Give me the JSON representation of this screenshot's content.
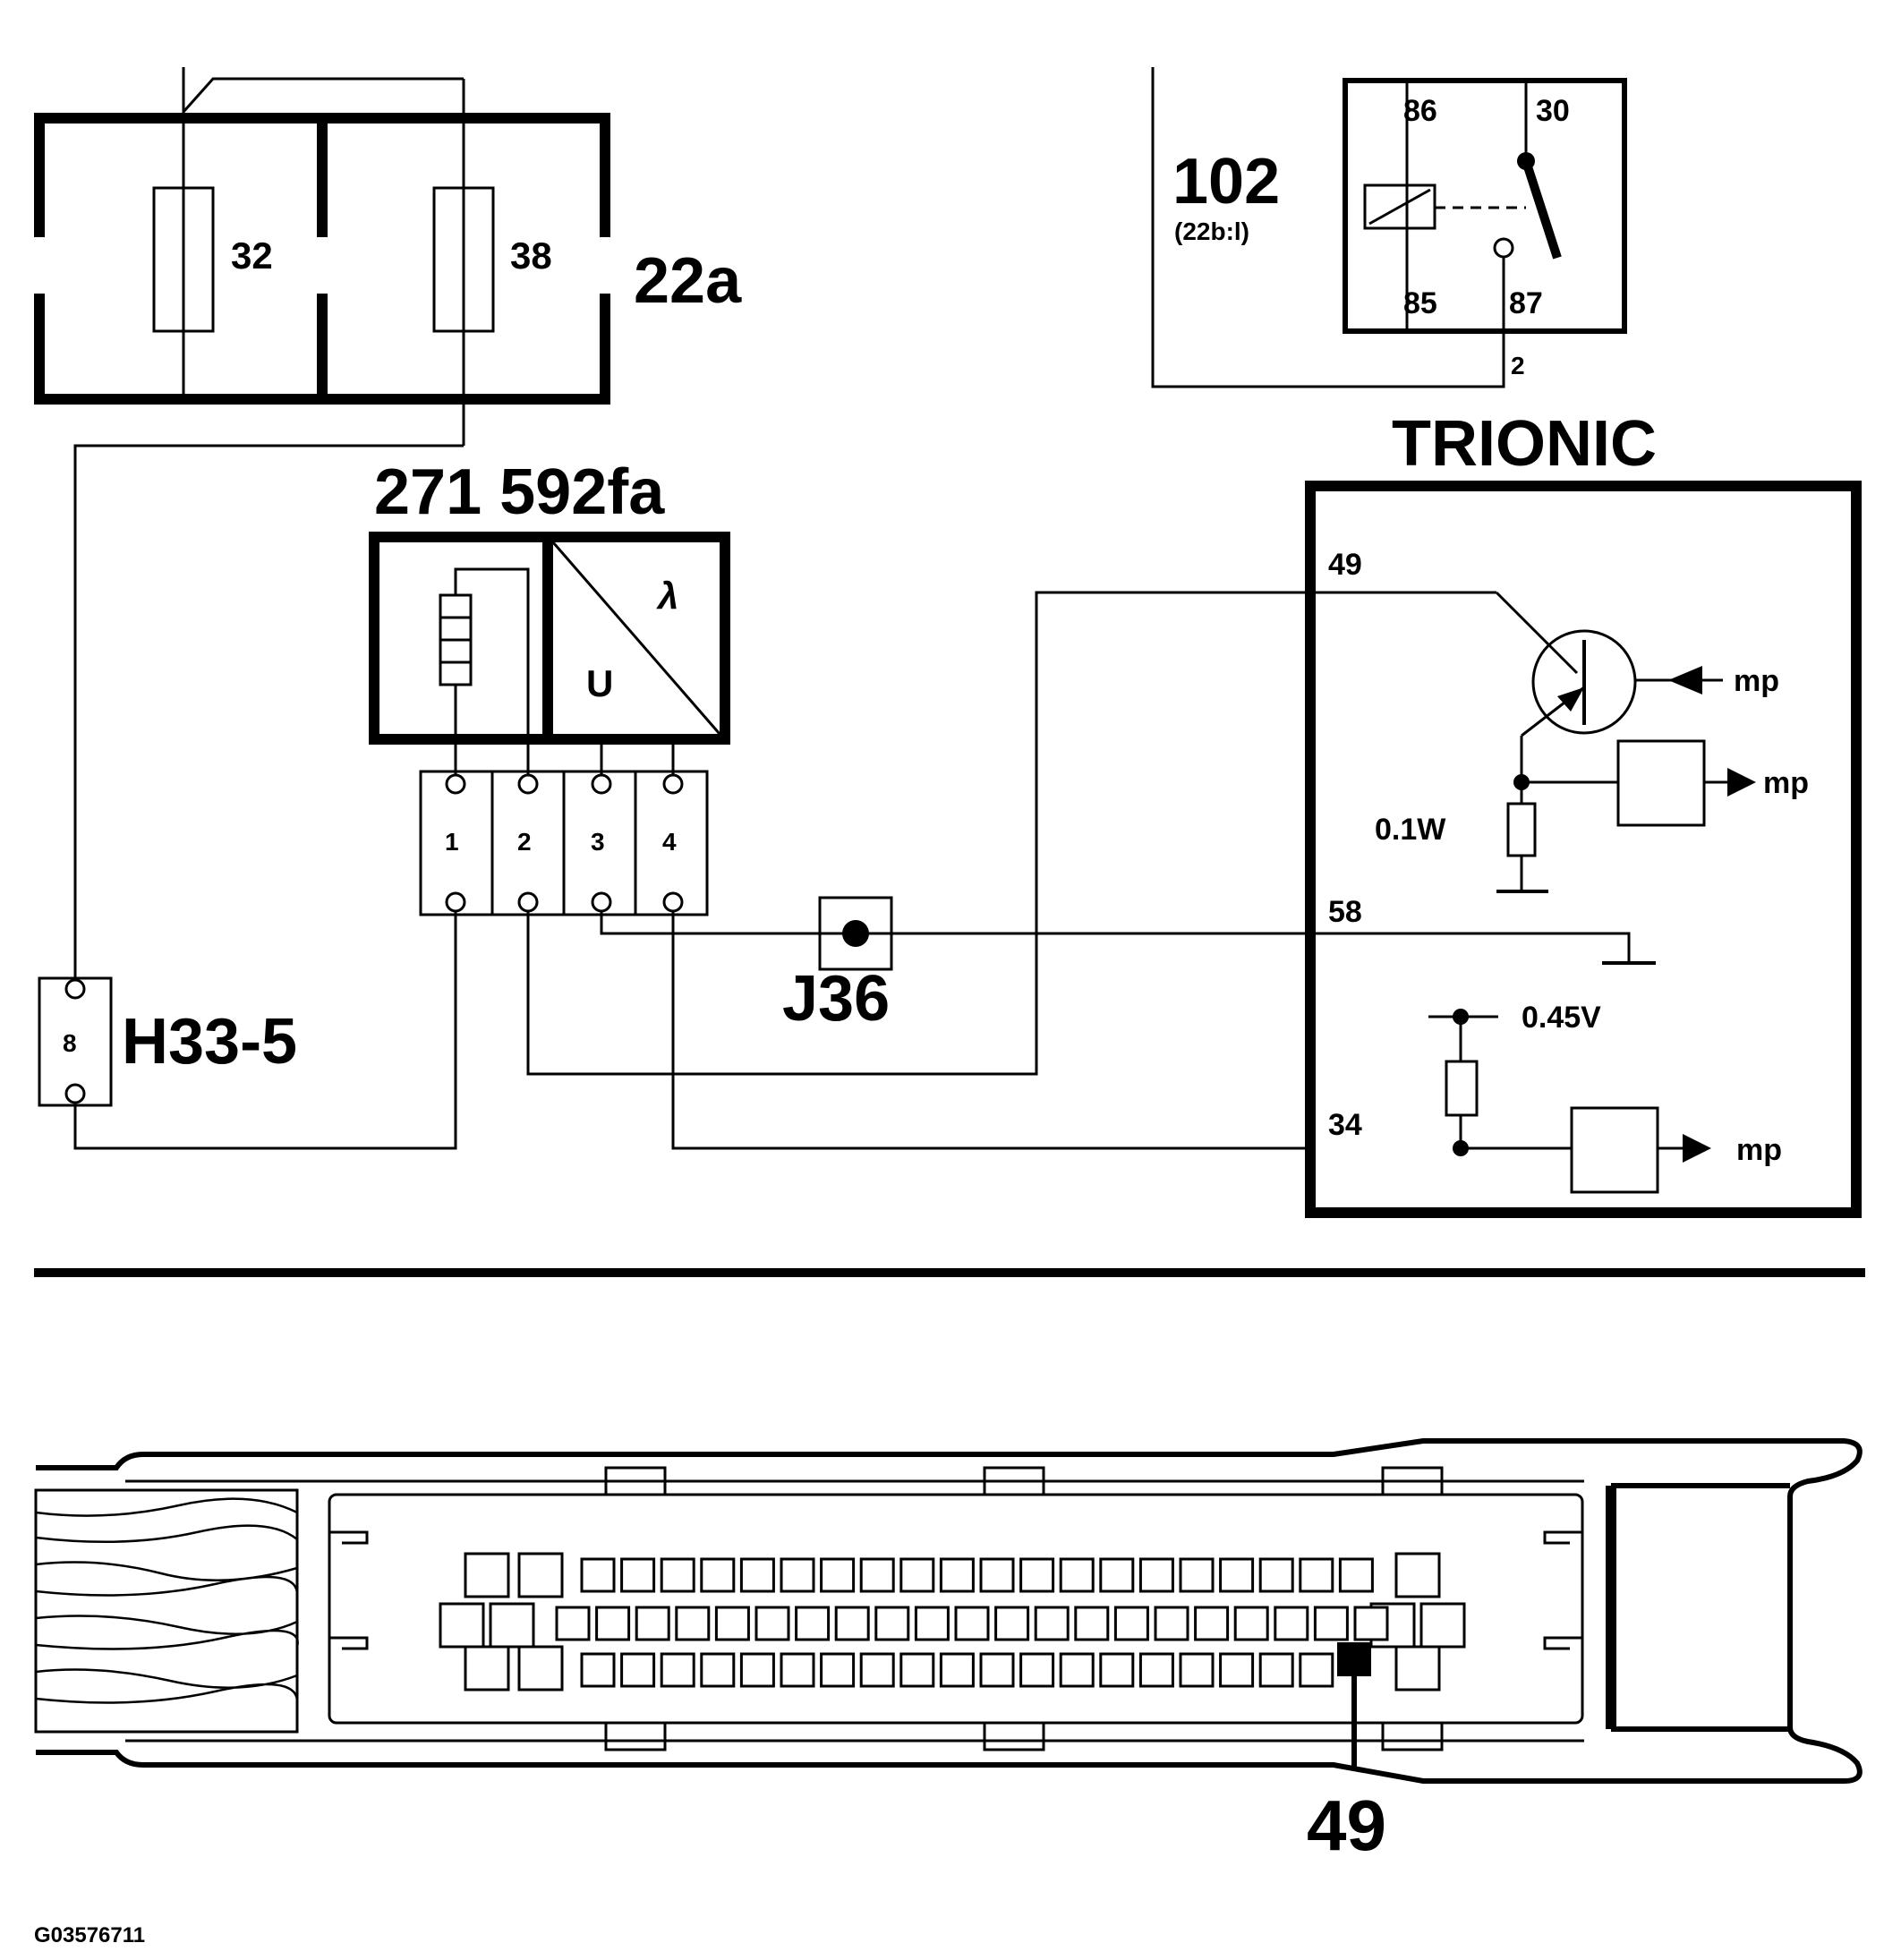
{
  "fuse_box": {
    "id": "22a",
    "fuses": [
      "32",
      "38"
    ]
  },
  "relay": {
    "id": "102",
    "ref": "(22b:l)",
    "pins": [
      "86",
      "30",
      "85",
      "87"
    ],
    "wire_label": "2"
  },
  "sensor": {
    "id": "271 592fa",
    "lambda_symbol": "λ",
    "u_label": "U",
    "pins": [
      "1",
      "2",
      "3",
      "4"
    ]
  },
  "connector_h33": {
    "id": "H33-5",
    "pin": "8"
  },
  "junction": {
    "id": "J36"
  },
  "ecu": {
    "title": "TRIONIC",
    "pins": [
      "49",
      "58",
      "34"
    ],
    "resistor_label": "0.1W",
    "voltage_label": "0.45V",
    "output_labels": [
      "mp",
      "mp",
      "mp"
    ]
  },
  "bottom_connector": {
    "highlight_pin": "49"
  },
  "figure_id": "G03576711"
}
